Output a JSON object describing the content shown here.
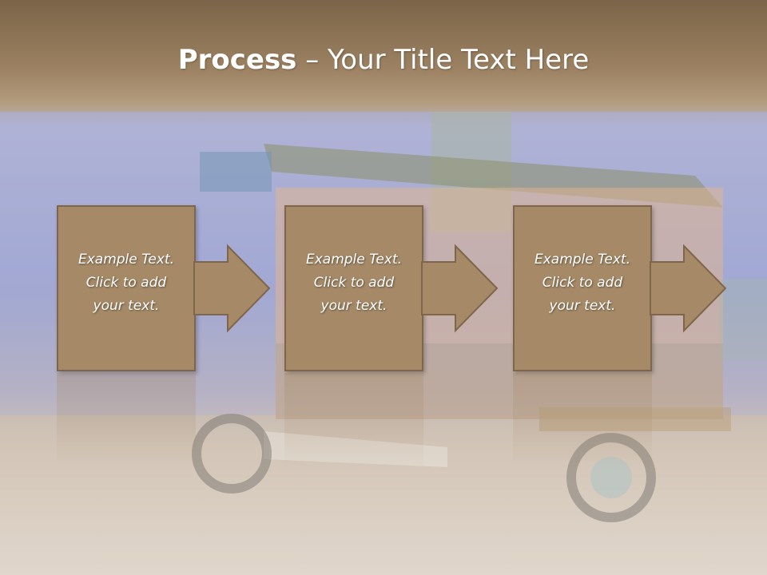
{
  "slide": {
    "title_bold": "Process",
    "title_rest": " – Your Title Text Here",
    "steps": [
      {
        "line1": "Example Text.",
        "line2": "Click  to add",
        "line3": "your text."
      },
      {
        "line1": "Example Text.",
        "line2": "Click  to add",
        "line3": "your text."
      },
      {
        "line1": "Example Text.",
        "line2": "Click  to add",
        "line3": "your text."
      }
    ]
  },
  "colors": {
    "box_fill": "#a68a68",
    "box_border": "#7f664a",
    "title_text": "#ffffff",
    "header_band": "#7a6348"
  },
  "icons": [
    "right-arrow-icon"
  ]
}
